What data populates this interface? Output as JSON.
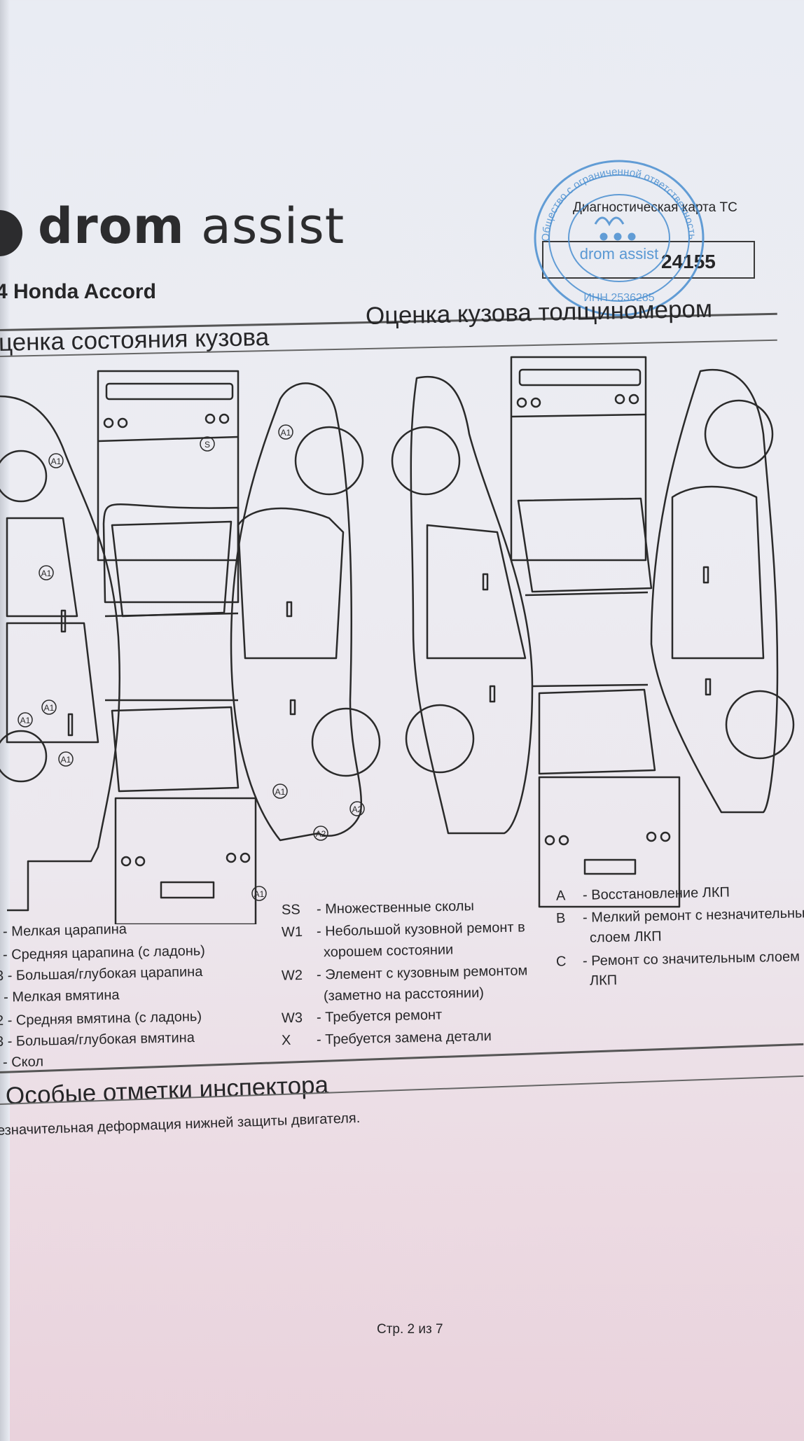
{
  "header": {
    "logo_bold": "drom",
    "logo_light": "assist",
    "car_title": "4 Honda Accord",
    "diag_card_label": "Диагностическая карта ТС",
    "diag_card_number": "24155",
    "stamp": {
      "outer_text": "Общество с ограниченной ответственностью · ОГРН 1152536007 · ИНН 2536285...",
      "center_text": "drom assist",
      "lower_text": "ИНН 2536285",
      "color": "#4a8fd0"
    }
  },
  "sections": {
    "body_condition": "ценка состояния кузова",
    "thickness": "Оценка кузова толщиномером",
    "inspector_notes": "Особые отметки инспектора"
  },
  "damage_marks": [
    {
      "label": "A1"
    },
    {
      "label": "A1"
    },
    {
      "label": "A1"
    },
    {
      "label": "A1"
    },
    {
      "label": "A1"
    },
    {
      "label": "S"
    },
    {
      "label": "A1"
    },
    {
      "label": "A1"
    },
    {
      "label": "A2"
    },
    {
      "label": "A2"
    },
    {
      "label": "A1"
    }
  ],
  "legend": {
    "col1": [
      "- Мелкая царапина",
      "- Средняя царапина (с ладонь)",
      "3 - Большая/глубокая царапина",
      ". - Мелкая вмятина",
      "2 - Средняя вмятина (с ладонь)",
      "3 - Большая/глубокая вмятина",
      "- Скол"
    ],
    "col2": [
      {
        "code": "SS",
        "text": "- Множественные сколы"
      },
      {
        "code": "W1",
        "text": "- Небольшой кузовной ремонт в"
      },
      {
        "code": "",
        "text": "хорошем состоянии"
      },
      {
        "code": "W2",
        "text": "- Элемент с кузовным ремонтом"
      },
      {
        "code": "",
        "text": "(заметно на расстоянии)"
      },
      {
        "code": "W3",
        "text": "- Требуется ремонт"
      },
      {
        "code": "X",
        "text": "- Требуется замена детали"
      }
    ],
    "col3": [
      {
        "code": "A",
        "text": "- Восстановление ЛКП"
      },
      {
        "code": "B",
        "text": "- Мелкий ремонт с незначительны"
      },
      {
        "code": "",
        "text": "слоем ЛКП"
      },
      {
        "code": "C",
        "text": "- Ремонт со значительным слоем"
      },
      {
        "code": "",
        "text": "ЛКП"
      }
    ]
  },
  "inspector_note": "езначительная деформация нижней защиты двигателя.",
  "footer": {
    "page_label": "Стр. 2 из 7"
  }
}
